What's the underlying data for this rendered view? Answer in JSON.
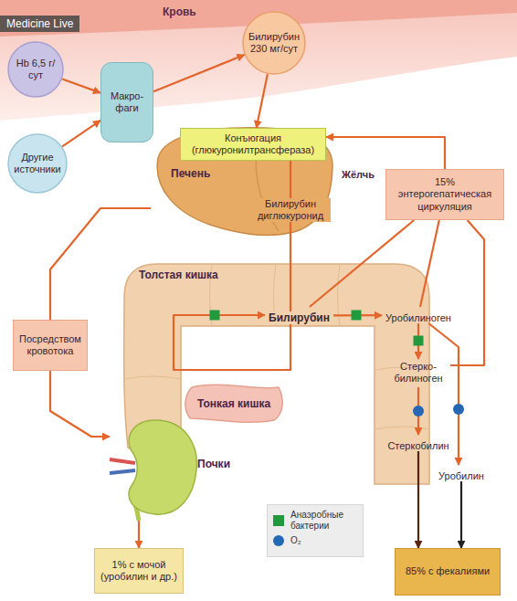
{
  "diagram": {
    "nodes": [
      {
        "text": [
          "Hb 6,5 г/сут"
        ]
      },
      {
        "text": [
          "Макро- фаги"
        ]
      },
      {
        "text": [
          "Билирубин 230 мг/сут"
        ]
      },
      {
        "text": [
          "Другие источники"
        ]
      },
      {
        "text": [
          "Конъюгация (глюкуронилтрансфераза)"
        ]
      },
      {
        "text": [
          "Печень"
        ]
      },
      {
        "text": [
          "15% энтерогепатическая циркуляция"
        ]
      },
      {
        "text": [
          "Толстая кишка"
        ]
      },
      {
        "text": [
          "Билирубин"
        ],
        "in": 7
      },
      {
        "text": [
          "Уробилиноген"
        ],
        "in": 7
      },
      {
        "text": [
          "Стерко- билиноген"
        ],
        "in": 7
      },
      {
        "text": [
          "Стеркобилин"
        ],
        "in": 7
      },
      {
        "text": [
          "Посредством кровотока"
        ]
      },
      {
        "text": [
          "Тонкая кишка"
        ]
      },
      {
        "text": [
          "Уробилин"
        ]
      },
      {
        "text": [
          "Почки"
        ]
      },
      {
        "text": [
          "1% с мочой (уробилин и др.)"
        ]
      },
      {
        "text": [
          "85% с фекалиями"
        ]
      }
    ],
    "edges": [
      {
        "from": 0,
        "to": 1,
        "arrow": "to"
      },
      {
        "from": 3,
        "to": 1,
        "arrow": "to"
      },
      {
        "from": 1,
        "to": 2,
        "arrow": "to"
      },
      {
        "from": 2,
        "to": 4,
        "arrow": "to"
      },
      {
        "from": 6,
        "to": 4,
        "arrow": "to"
      },
      {
        "from": 4,
        "to": 8,
        "arrow": "to"
      },
      {
        "from": 8,
        "to": 9,
        "arrow": "to"
      },
      {
        "from": 9,
        "to": 10,
        "arrow": "to"
      },
      {
        "from": 10,
        "to": 11,
        "arrow": "to"
      },
      {
        "from": 9,
        "to": 14,
        "arrow": "to"
      },
      {
        "from": 11,
        "to": 17,
        "arrow": "to"
      },
      {
        "from": 14,
        "to": 17,
        "arrow": "to"
      },
      {
        "from": 8,
        "to": 6,
        "arrow": "none"
      },
      {
        "from": 9,
        "to": 6,
        "arrow": "none"
      },
      {
        "from": 10,
        "to": 6,
        "arrow": "none"
      },
      {
        "from": 5,
        "to": 12,
        "arrow": "none"
      },
      {
        "from": 12,
        "to": 15,
        "arrow": "to"
      },
      {
        "from": 15,
        "to": 16,
        "arrow": "to"
      }
    ],
    "labels": [
      "Medicine Live",
      "Кровь",
      "Жёлчь",
      "Билирубин диглюкуронид"
    ],
    "legend": [
      {
        "text": "Анаэробные бактерии",
        "color": "#1f9a3c"
      },
      {
        "text": "O₂",
        "color": "#2367b5"
      }
    ]
  }
}
